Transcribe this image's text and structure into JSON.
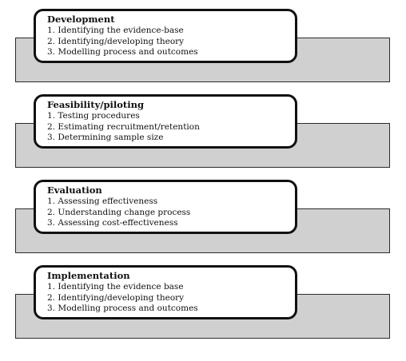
{
  "stages": [
    {
      "title": "Development",
      "items": [
        "1. Identifying the evidence-base",
        "2. Identifying/developing theory",
        "3. Modelling process and outcomes"
      ]
    },
    {
      "title": "Feasibility/piloting",
      "items": [
        "1. Testing procedures",
        "2. Estimating recruitment/retention",
        "3. Determining sample size"
      ]
    },
    {
      "title": "Evaluation",
      "items": [
        "1. Assessing effectiveness",
        "2. Understanding change process",
        "3. Assessing cost-effectiveness"
      ]
    },
    {
      "title": "Implementation",
      "items": [
        "1. Identifying the evidence base",
        "2. Identifying/developing theory",
        "3. Modelling process and outcomes"
      ]
    }
  ]
}
